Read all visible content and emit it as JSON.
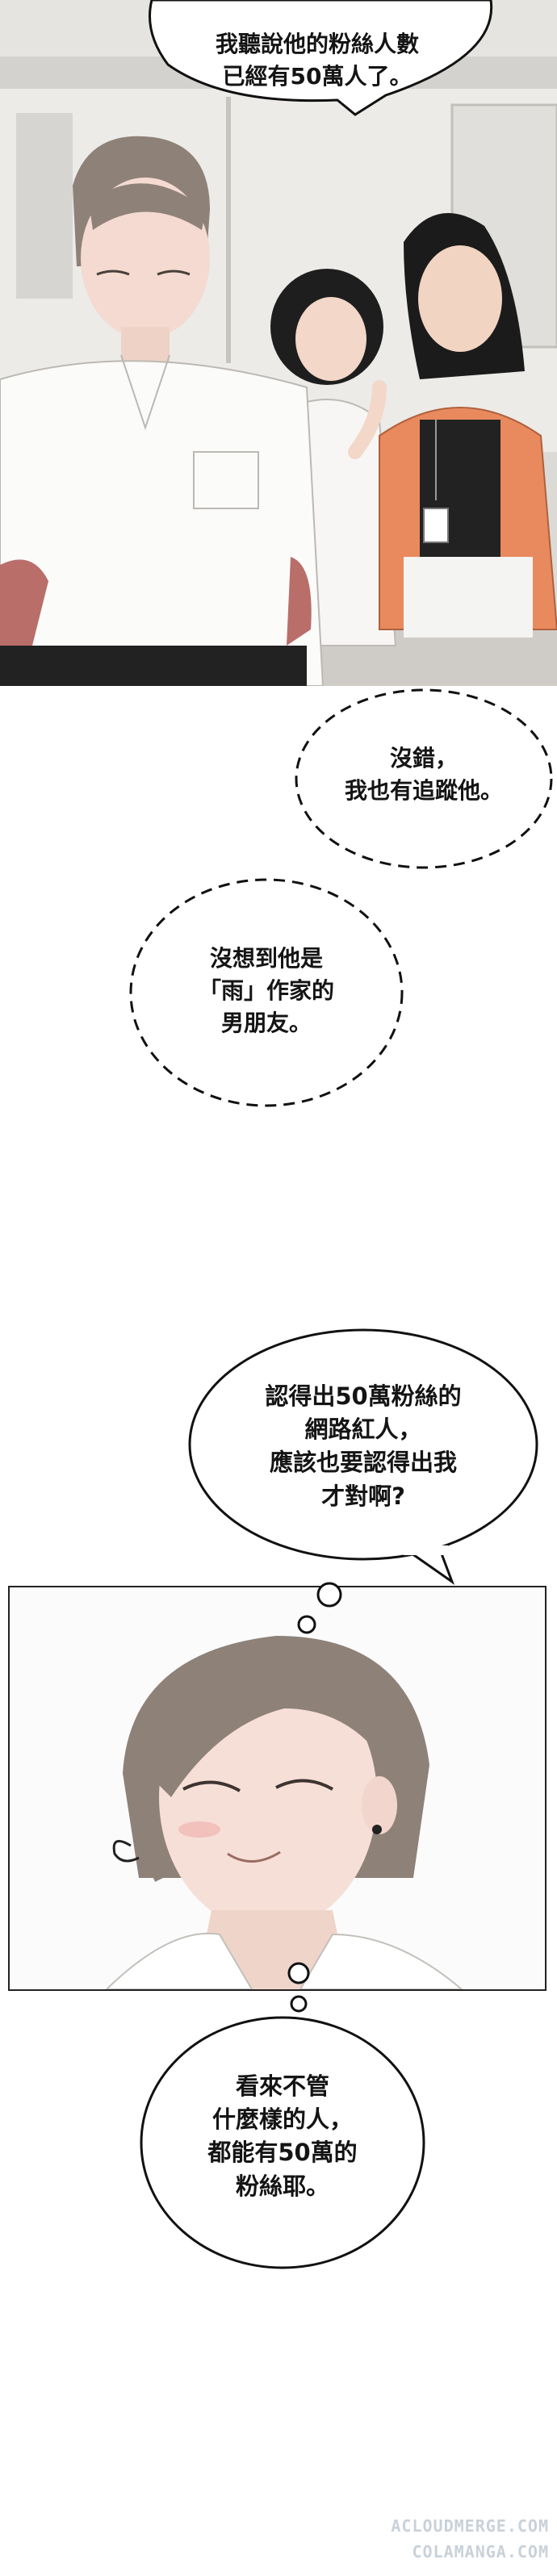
{
  "bubbles": {
    "b1": "我聽說他的粉絲人數\n已經有50萬人了。",
    "b2": "沒錯，\n我也有追蹤他。",
    "b3": "沒想到他是\n「雨」作家的\n男朋友。",
    "b4": "認得出50萬粉絲的\n網路紅人，\n應該也要認得出我\n才對啊?",
    "b5": "看來不管\n什麼樣的人，\n都能有50萬的\n粉絲耶。"
  },
  "watermark": {
    "line1": "ACLOUDMERGE.COM",
    "line2": "COLAMANGA.COM"
  },
  "colors": {
    "orange_jacket": "#e88a5e",
    "hair": "#8e8178",
    "wall": "#e4e2de",
    "skin": "#f4d9cc"
  }
}
